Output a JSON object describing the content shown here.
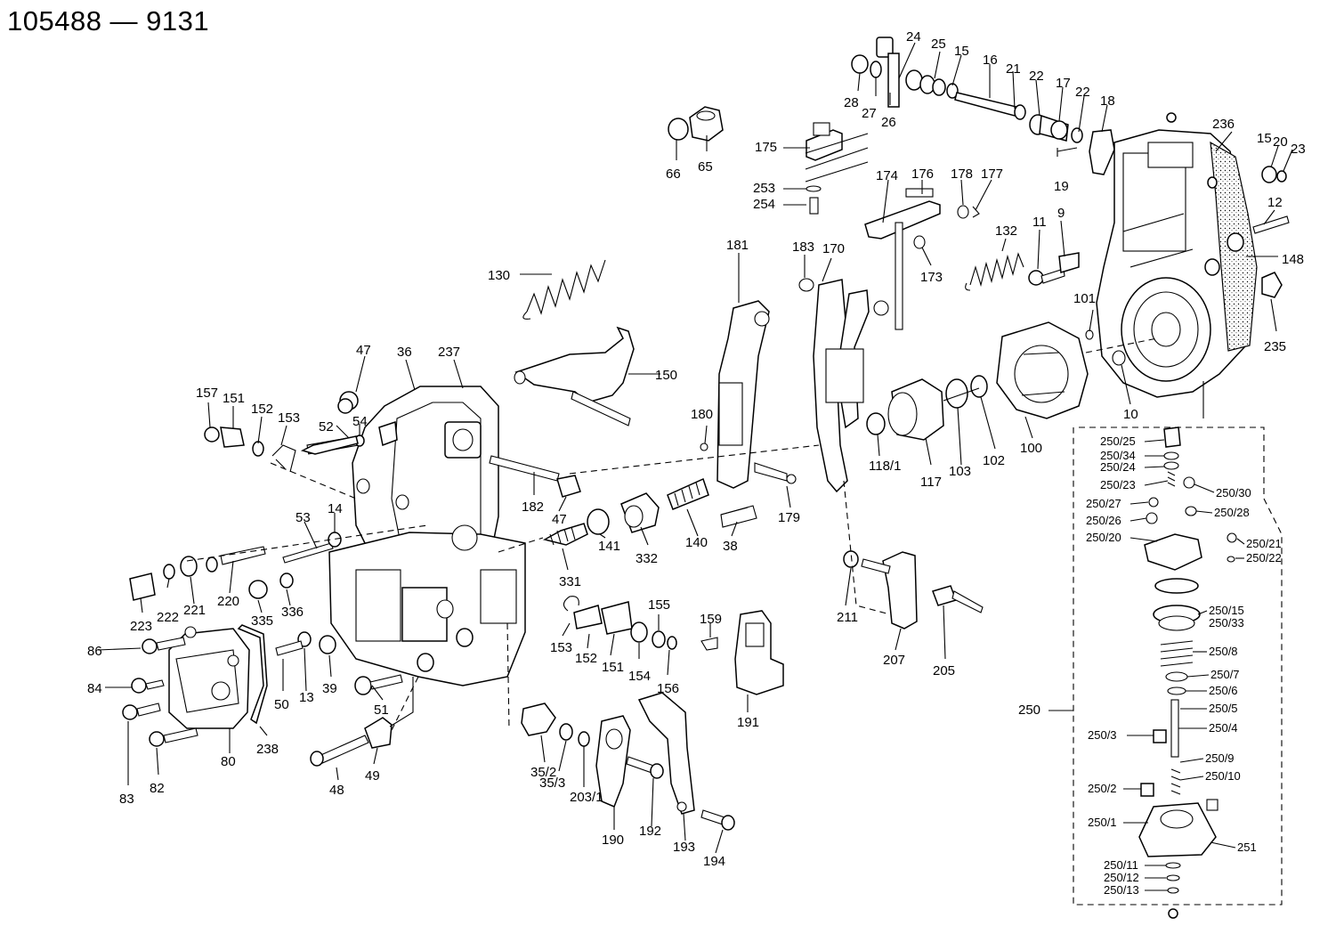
{
  "title": "105488 — 9131",
  "labels": {
    "l_24": "24",
    "l_25": "25",
    "l_15a": "15",
    "l_16": "16",
    "l_21": "21",
    "l_22a": "22",
    "l_17": "17",
    "l_22b": "22",
    "l_18": "18",
    "l_28": "28",
    "l_27": "27",
    "l_26": "26",
    "l_19": "19",
    "l_66": "66",
    "l_65": "65",
    "l_175": "175",
    "l_253": "253",
    "l_254": "254",
    "l_174": "174",
    "l_176": "176",
    "l_178": "178",
    "l_177": "177",
    "l_173": "173",
    "l_132": "132",
    "l_11": "11",
    "l_9": "9",
    "l_236": "236",
    "l_15b": "15",
    "l_20": "20",
    "l_23": "23",
    "l_12": "12",
    "l_148": "148",
    "l_235": "235",
    "l_101": "101",
    "l_10": "10",
    "l_130": "130",
    "l_181": "181",
    "l_183": "183",
    "l_170": "170",
    "l_150": "150",
    "l_47a": "47",
    "l_36": "36",
    "l_237": "237",
    "l_157": "157",
    "l_151a": "151",
    "l_152a": "152",
    "l_153a": "153",
    "l_52": "52",
    "l_54": "54",
    "l_180": "180",
    "l_118_1": "118/1",
    "l_117": "117",
    "l_103": "103",
    "l_102": "102",
    "l_100": "100",
    "l_182": "182",
    "l_47b": "47",
    "l_179": "179",
    "l_53": "53",
    "l_14": "14",
    "l_331": "331",
    "l_141": "141",
    "l_332": "332",
    "l_140": "140",
    "l_38": "38",
    "l_220": "220",
    "l_223": "223",
    "l_222": "222",
    "l_221": "221",
    "l_335": "335",
    "l_336": "336",
    "l_86": "86",
    "l_84": "84",
    "l_83": "83",
    "l_82": "82",
    "l_80": "80",
    "l_238": "238",
    "l_50": "50",
    "l_13": "13",
    "l_39": "39",
    "l_51": "51",
    "l_48": "48",
    "l_49": "49",
    "l_153b": "153",
    "l_152b": "152",
    "l_151b": "151",
    "l_154": "154",
    "l_155": "155",
    "l_156": "156",
    "l_159": "159",
    "l_191": "191",
    "l_211": "211",
    "l_207": "207",
    "l_205": "205",
    "l_35_2": "35/2",
    "l_35_3": "35/3",
    "l_203_1": "203/1",
    "l_190": "190",
    "l_192": "192",
    "l_193": "193",
    "l_194": "194",
    "l_250_25": "250/25",
    "l_250_34": "250/34",
    "l_250_24": "250/24",
    "l_250_23": "250/23",
    "l_250_30": "250/30",
    "l_250_27": "250/27",
    "l_250_28": "250/28",
    "l_250_26": "250/26",
    "l_250_20": "250/20",
    "l_250_21": "250/21",
    "l_250_22": "250/22",
    "l_250_15": "250/15",
    "l_250_33": "250/33",
    "l_250_8": "250/8",
    "l_250_7": "250/7",
    "l_250_6": "250/6",
    "l_250_5": "250/5",
    "l_250_4": "250/4",
    "l_250_3": "250/3",
    "l_250_9": "250/9",
    "l_250_10": "250/10",
    "l_250_2": "250/2",
    "l_250_1": "250/1",
    "l_251": "251",
    "l_250_11": "250/11",
    "l_250_12": "250/12",
    "l_250_13": "250/13",
    "l_250": "250"
  }
}
